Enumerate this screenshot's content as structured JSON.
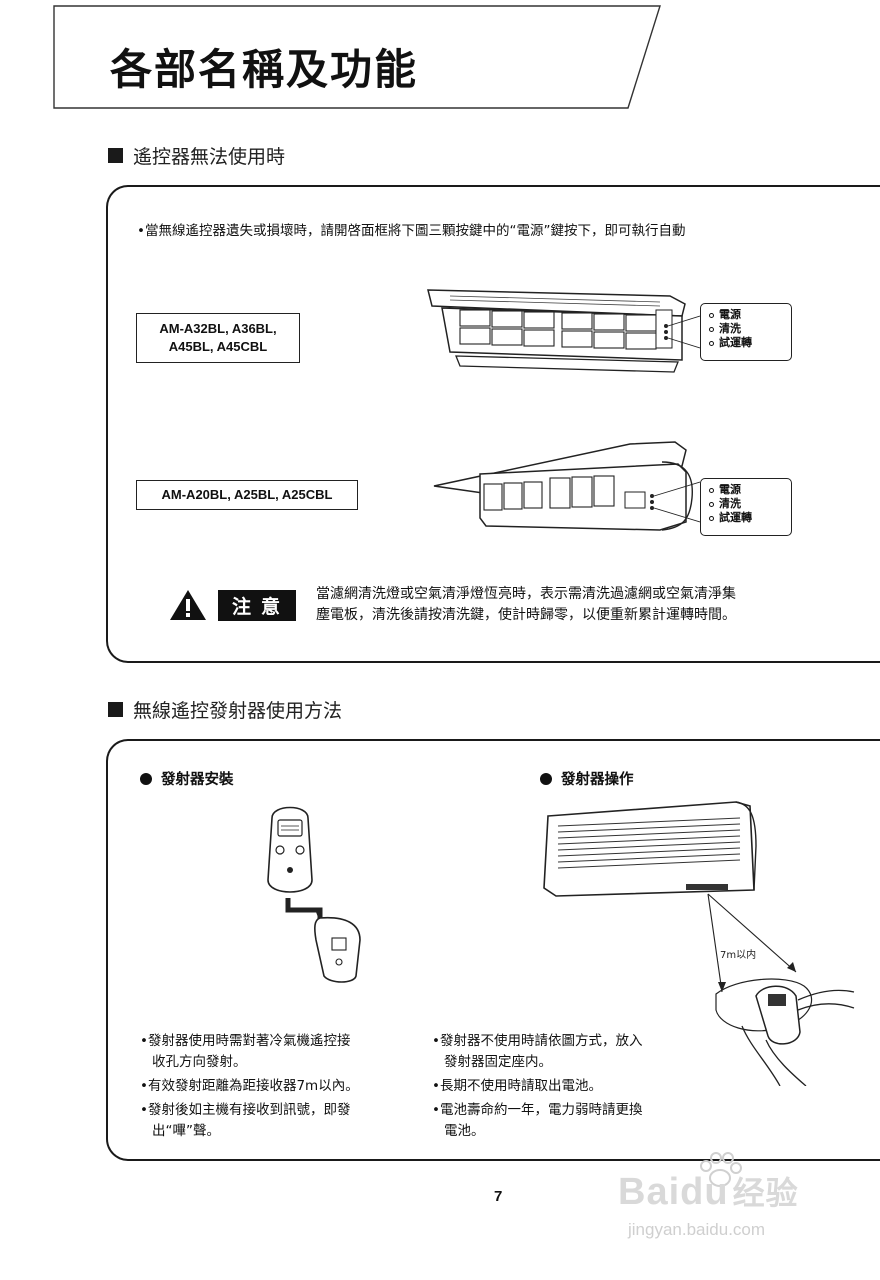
{
  "header": {
    "title": "各部名稱及功能"
  },
  "section1": {
    "heading": "遙控器無法使用時",
    "instruction": "•當無線遙控器遺失或損壞時，請開啓面框將下圖三顆按鍵中的“電源”鍵按下，即可執行自動",
    "models": [
      {
        "lines": [
          "AM-A32BL, A36BL,",
          "A45BL, A45CBL"
        ]
      },
      {
        "lines": [
          "AM-A20BL, A25BL, A25CBL"
        ]
      }
    ],
    "buttons": [
      "電源",
      "清洗",
      "試運轉"
    ],
    "caution": {
      "label": "注意",
      "lines": [
        "當濾網清洗燈或空氣清淨燈恆亮時，表示需清洗過濾網或空氣清淨集",
        "塵電板，清洗後請按清洗鍵，使計時歸零，以便重新累計運轉時間。"
      ]
    }
  },
  "section2": {
    "heading": "無線遙控發射器使用方法",
    "install_title": "發射器安裝",
    "operate_title": "發射器操作",
    "distance_label": "7m以内",
    "left_bullets": [
      [
        "•發射器使用時需對著冷氣機遙控接",
        "收孔方向發射。"
      ],
      [
        "•有效發射距離為距接收器7m以內。"
      ],
      [
        "•發射後如主機有接收到訊號，即發",
        "出“嗶”聲。"
      ]
    ],
    "right_bullets": [
      [
        "•發射器不使用時請依圖方式，放入",
        "發射器固定座内。"
      ],
      [
        "•長期不使用時請取出電池。"
      ],
      [
        "•電池壽命約一年，電力弱時請更換",
        "電池。"
      ]
    ]
  },
  "footer": {
    "page_number": "7"
  },
  "watermark": {
    "brand": "Bai",
    "brand_tail": "du",
    "brand_cn": "经验",
    "url": "jingyan.baidu.com"
  }
}
